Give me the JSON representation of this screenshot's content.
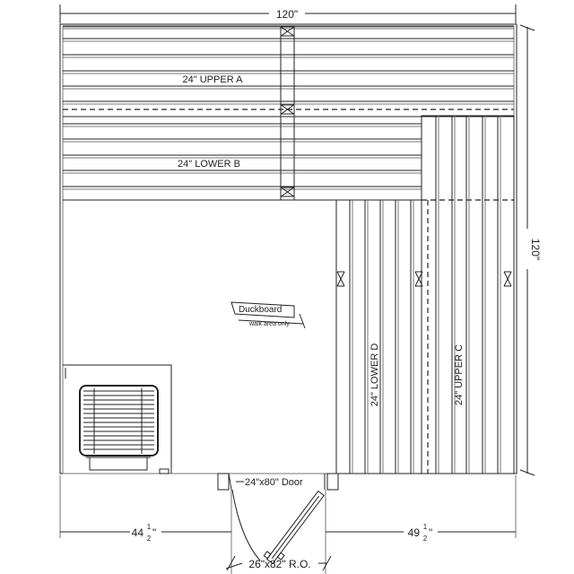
{
  "dimensions": {
    "overall_width": "120\"",
    "overall_depth": "120\"",
    "left_offset": {
      "whole": "44",
      "num": "1",
      "den": "2",
      "unit": "\""
    },
    "right_offset": {
      "whole": "49",
      "num": "1",
      "den": "2",
      "unit": "\""
    },
    "rough_opening": "26\"x82\" R.O."
  },
  "benches": {
    "upper_a": "24\" UPPER A",
    "lower_b": "24\" LOWER B",
    "lower_d": "24\" LOWER D",
    "upper_c": "24\" UPPER C"
  },
  "floor": {
    "label": "Duckboard",
    "note": "walk area only"
  },
  "door": {
    "label": "24\"x80\" Door"
  },
  "icons": {
    "heater": "sauna-heater-icon"
  }
}
